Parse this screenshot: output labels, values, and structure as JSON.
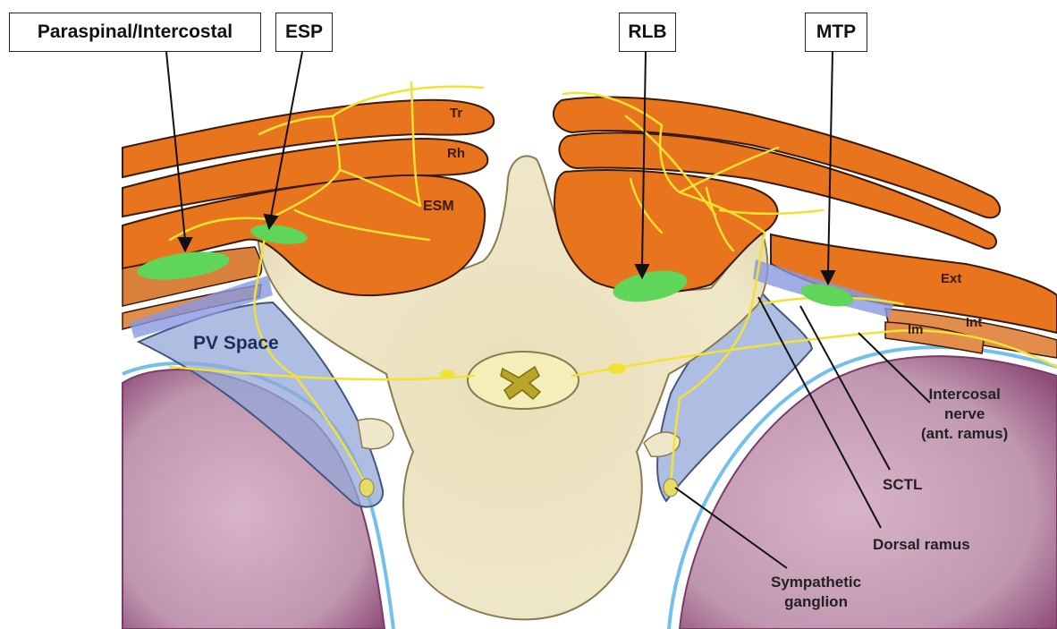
{
  "labels": {
    "paraspinal": "Paraspinal/Intercostal",
    "esp": "ESP",
    "rlb": "RLB",
    "mtp": "MTP",
    "tr": "Tr",
    "rh": "Rh",
    "esm": "ESM",
    "ext": "Ext",
    "int": "Int",
    "im": "Im",
    "pv_space": "PV Space",
    "intercostal_nerve_1": "Intercosal",
    "intercostal_nerve_2": "nerve",
    "intercostal_nerve_3": "(ant. ramus)",
    "sctl": "SCTL",
    "dorsal_ramus": "Dorsal ramus",
    "sympathetic_1": "Sympathetic",
    "sympathetic_2": "ganglion"
  },
  "colors": {
    "muscle": "#e8741e",
    "muscle_outline": "#3a1a08",
    "bone": "#ede4c4",
    "nerve": "#f2e233",
    "injectate": "#5fd65a",
    "lung": "#c9a0b8",
    "pleura": "#74c0ec",
    "pv_space": "#93a8d8",
    "fascia_blue": "#8898e0"
  }
}
